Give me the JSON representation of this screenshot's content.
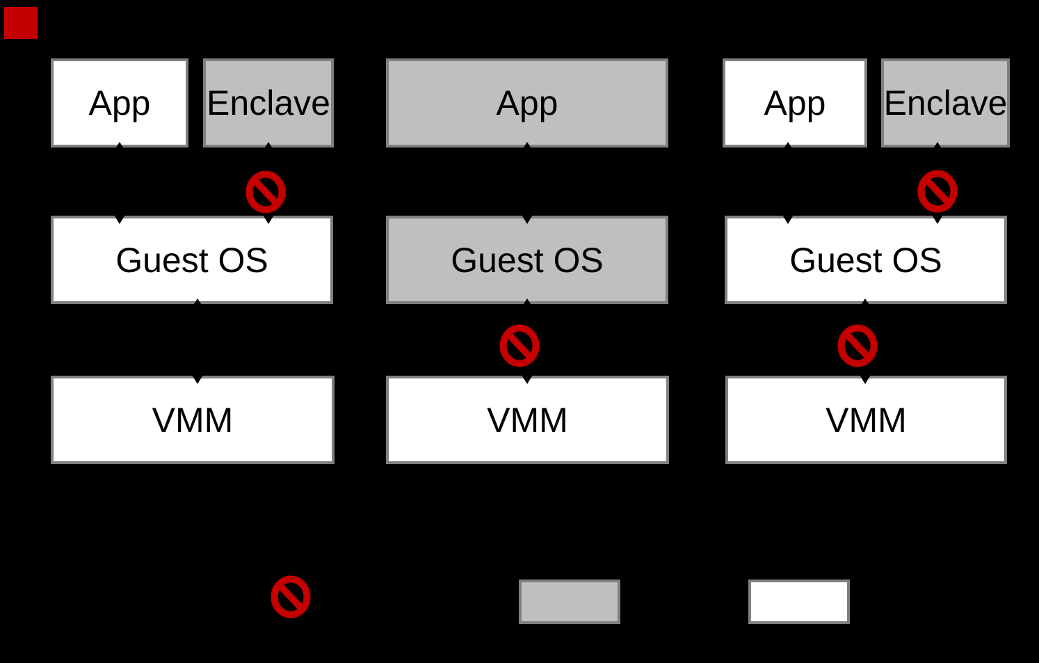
{
  "diagram": {
    "title": "enclave-isolation-diagram",
    "columns": [
      {
        "position": "left",
        "app_label": "App",
        "enclave_label": "Enclave",
        "guest_os_label": "Guest OS",
        "vmm_label": "VMM",
        "blocked_links": [
          "Enclave-GuestOS"
        ]
      },
      {
        "position": "middle",
        "app_label": "App",
        "guest_os_label": "Guest OS",
        "vmm_label": "VMM",
        "blocked_links": [
          "GuestOS-VMM"
        ]
      },
      {
        "position": "right",
        "app_label": "App",
        "enclave_label": "Enclave",
        "guest_os_label": "Guest OS",
        "vmm_label": "VMM",
        "blocked_links": [
          "Enclave-GuestOS",
          "GuestOS-VMM"
        ]
      }
    ],
    "legend": {
      "no_access_symbol": "no-entry-sign",
      "untrusted_swatch_color": "#bfbfbf",
      "trusted_swatch_color": "#ffffff"
    },
    "colors": {
      "background": "#000000",
      "box_border": "#808080",
      "trusted_fill": "#ffffff",
      "untrusted_fill": "#bfbfbf",
      "prohibit_red": "#c40000",
      "connector": "#000000",
      "corner_marker_red": "#c40000"
    }
  }
}
